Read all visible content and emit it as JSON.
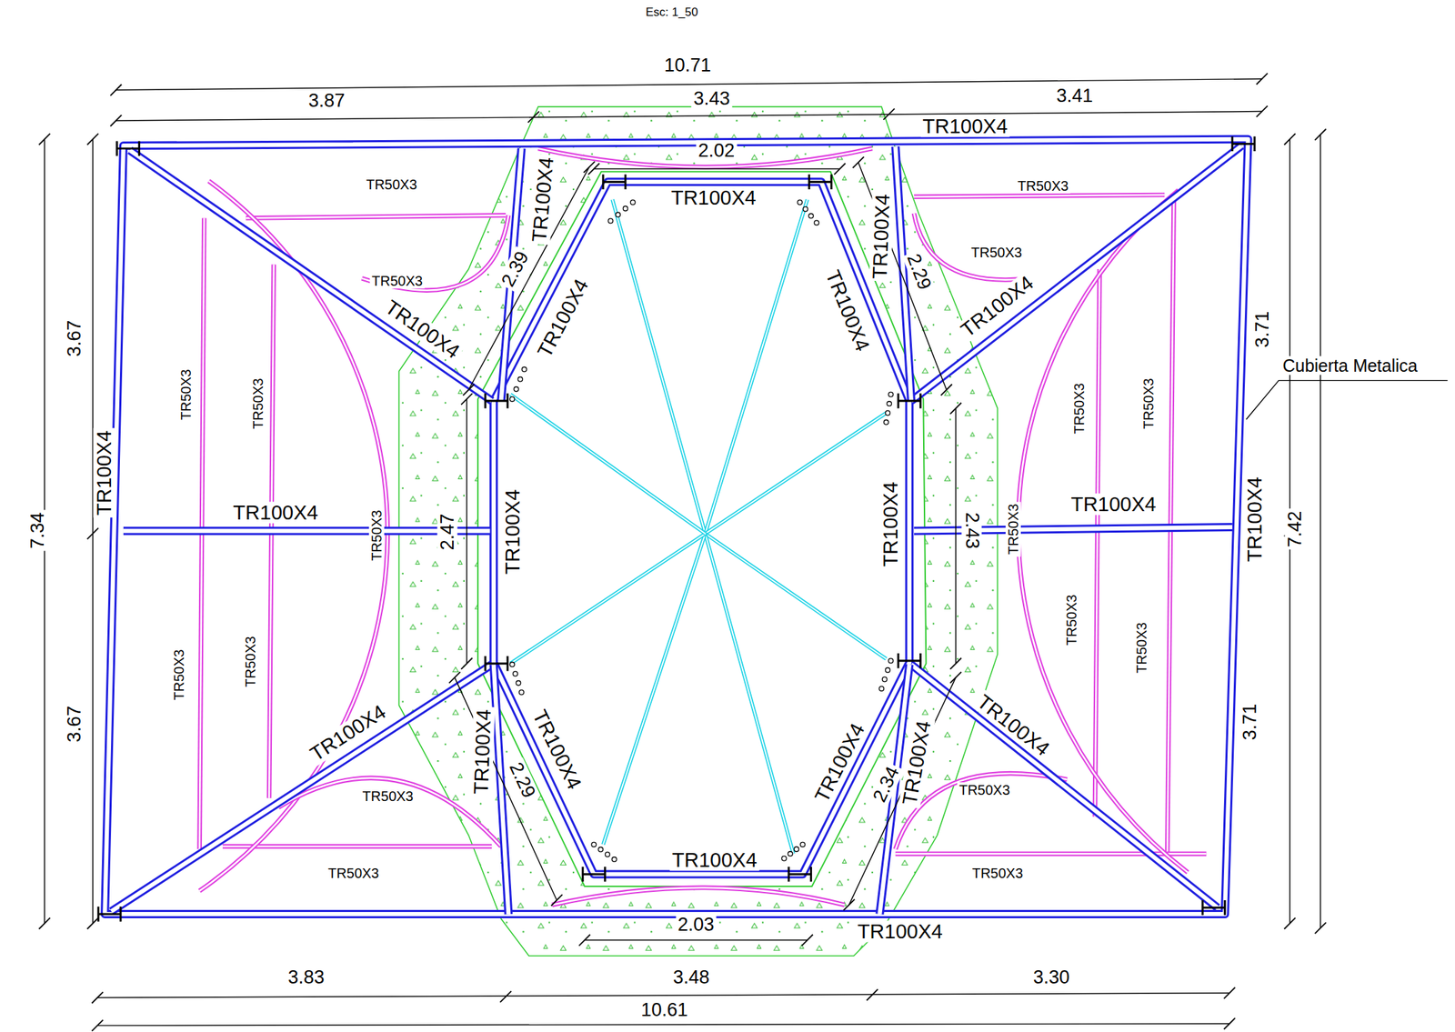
{
  "diagram": {
    "labels": [
      "Esc: 1_50",
      "10.71",
      "3.87",
      "3.43",
      "3.41",
      "TR100X4",
      "2.02",
      "TR50X3",
      "TR100X4",
      "TR100X4",
      "TR50X3",
      "TR100X4",
      "2.39",
      "2.29",
      "TR50X3",
      "TR50X3",
      "TR100X4",
      "TR100X4",
      "TR100X4",
      "TR100X4",
      "3.67",
      "3.71",
      "Cubierta Metalica",
      "TR50X3",
      "TR50X3",
      "TR50X3",
      "TR50X3",
      "TR100X4",
      "TR100X4",
      "TR50X3",
      "2.47",
      "TR100X4",
      "7.34",
      "TR100X4",
      "2.43",
      "TR50X3",
      "TR100X4",
      "TR100X4",
      "7.42",
      "TR50X3",
      "TR50X3",
      "TR50X3",
      "TR50X3",
      "3.67",
      "3.71",
      "TR100X4",
      "TR100X4",
      "TR100X4",
      "TR100X4",
      "2.29",
      "TR100X4",
      "TR100X4",
      "2.34",
      "TR50X3",
      "TR50X3",
      "TR100X4",
      "TR50X3",
      "TR50X3",
      "2.03",
      "TR100X4",
      "3.83",
      "3.48",
      "3.30",
      "10.61"
    ]
  }
}
